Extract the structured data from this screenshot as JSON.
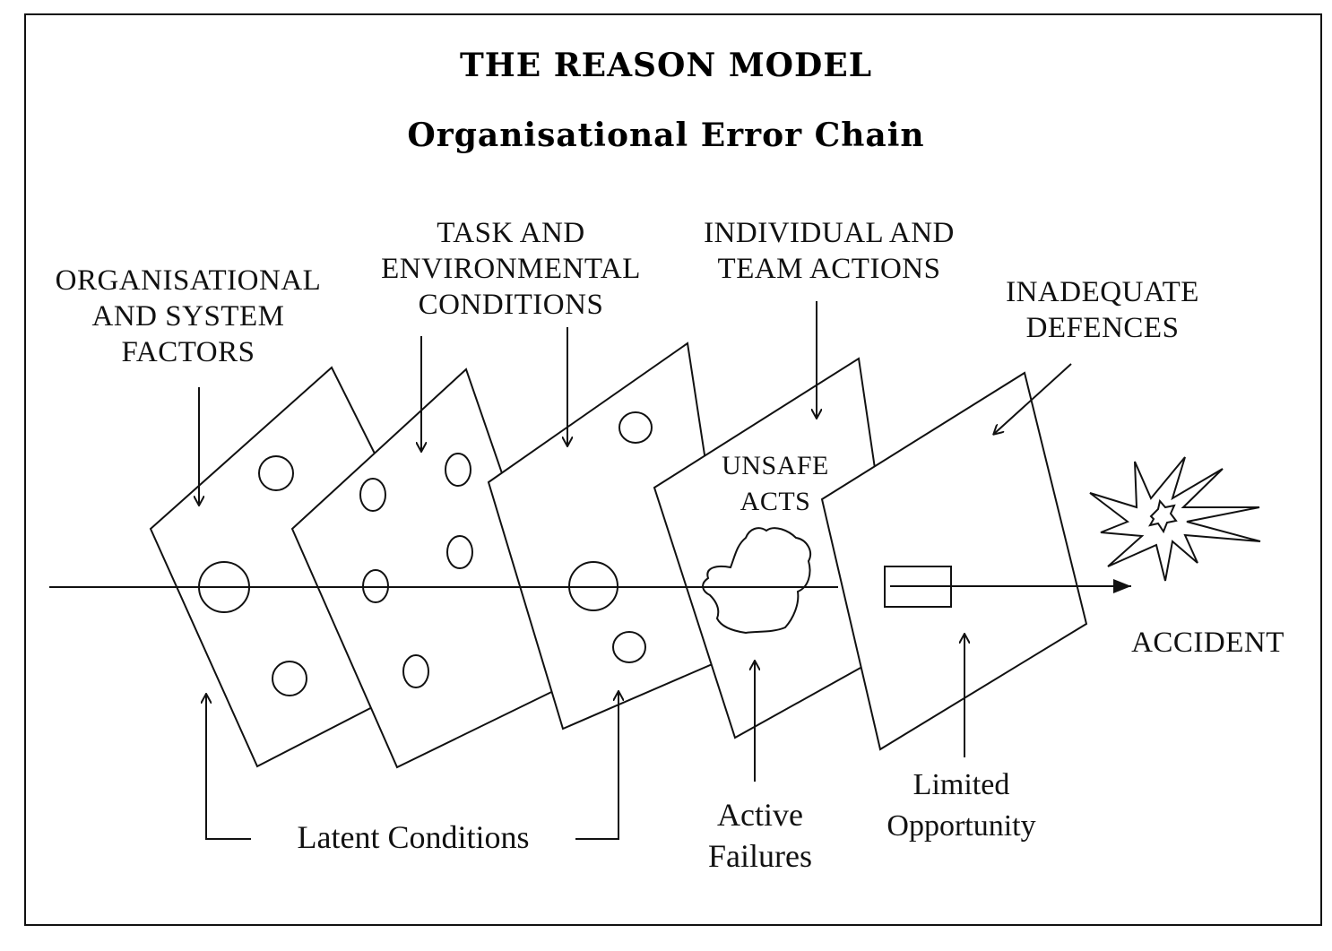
{
  "diagram": {
    "title": "THE REASON MODEL",
    "subtitle": "Organisational Error Chain",
    "layers": [
      {
        "label_lines": [
          "ORGANISATIONAL",
          "AND SYSTEM",
          "FACTORS"
        ]
      },
      {
        "label_lines": [
          "TASK AND",
          "ENVIRONMENTAL",
          "CONDITIONS"
        ]
      },
      {
        "label_lines": [
          "INDIVIDUAL AND",
          "TEAM ACTIONS"
        ]
      },
      {
        "label_lines": [
          "INADEQUATE",
          "DEFENCES"
        ]
      }
    ],
    "unsafe_acts": [
      "UNSAFE",
      "ACTS"
    ],
    "outcome": "ACCIDENT",
    "bottom_labels": {
      "latent": "Latent Conditions",
      "active": [
        "Active",
        "Failures"
      ],
      "limited": [
        "Limited",
        "Opportunity"
      ]
    }
  }
}
